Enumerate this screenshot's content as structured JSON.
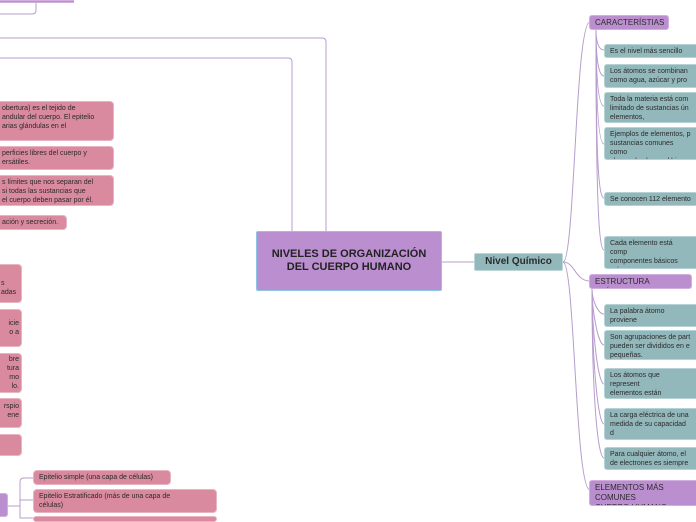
{
  "central": {
    "label": "NIVELES DE ORGANIZACIÓN DEL CUERPO HUMANO"
  },
  "level_quimico": {
    "label": "Nivel Químico"
  },
  "right": {
    "caracteristicas": {
      "title": "CARACTERÍSTIAS",
      "items": [
        "Es el nivel más sencillo",
        "Los átomos se combinan\ncomo agua, azúcar y pro",
        "Toda la materia está com\nlimitado de sustancias ún\nelementos,",
        "Ejemplos de elementos, p\nsustancias comunes como\nel oro, el cobre y el hierro",
        "Se conocen 112 elemento",
        "Cada elemento está comp\ncomponentes básicos más\nllamados átomos"
      ]
    },
    "estructura": {
      "title": "ESTRUCTURA ATÓMICA",
      "items": [
        "La palabra átomo proviene\ncon el significado de \"que",
        "Son agrupaciones de part\npueden ser divididos en e\npequeñas.",
        "Los átomos que represent\nelementos están compues\nproporciones diferentes",
        "La carga eléctrica de una\nmedida de su capacidad d\npartículas cargadas.",
        "Para cualquier átomo, el\nde electrones es siempre"
      ]
    },
    "elementos": {
      "title": "ELEMENTOS MÁS COMUNES\nCUERPO HUMANO"
    }
  },
  "left": {
    "upper_items": [
      "obertura) es el tejido de\nandular del cuerpo. El epitelio\narias glándulas en el",
      "perficies libres del cuerpo y\nersátiles.",
      "s límites que nos separan del\nsi todas las sustancias que\nel cuerpo deben pasar por él.",
      "ación y secreción."
    ],
    "lower_items": [
      "s\nadas",
      "icie\n o a",
      "bre\ntura\nmo\nlo.",
      "rspio\nene",
      ""
    ],
    "epitelio": [
      "Epitelio simple (una capa de células)",
      "Epitelio Estratificado (más de una capa de\ncélulas)"
    ]
  },
  "colors": {
    "pink": "#d98a9e",
    "teal": "#93b8bb",
    "purple": "#bb8fcf",
    "connector": "#a987c0"
  }
}
